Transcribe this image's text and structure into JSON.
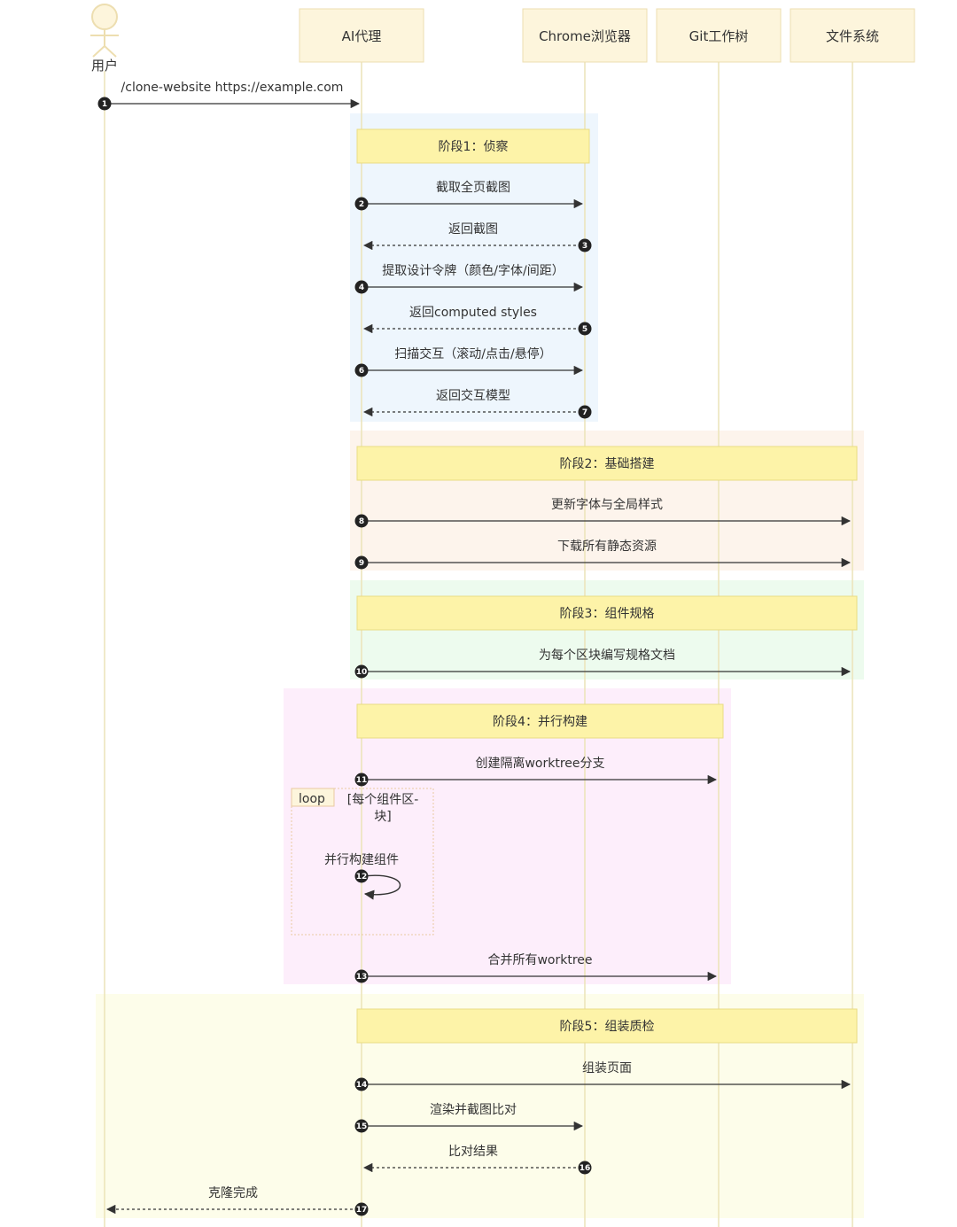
{
  "actors": [
    {
      "id": "user",
      "label": "用户",
      "kind": "person"
    },
    {
      "id": "ai",
      "label": "AI代理",
      "kind": "box"
    },
    {
      "id": "chrome",
      "label": "Chrome浏览器",
      "kind": "box"
    },
    {
      "id": "git",
      "label": "Git工作树",
      "kind": "box"
    },
    {
      "id": "fs",
      "label": "文件系统",
      "kind": "box"
    }
  ],
  "phases": [
    {
      "id": "p1",
      "note": "阶段1：侦察",
      "color": "#eef6fd",
      "actors": [
        "ai",
        "chrome"
      ],
      "from": 2,
      "to": 7
    },
    {
      "id": "p2",
      "note": "阶段2：基础搭建",
      "color": "#fdf4ec",
      "actors": [
        "ai",
        "fs"
      ],
      "from": 8,
      "to": 9
    },
    {
      "id": "p3",
      "note": "阶段3：组件规格",
      "color": "#edfbee",
      "actors": [
        "ai",
        "fs"
      ],
      "from": 10,
      "to": 10
    },
    {
      "id": "p4",
      "note": "阶段4：并行构建",
      "color": "#fdeefb",
      "actors": [
        "ai",
        "git"
      ],
      "from": 11,
      "to": 13
    },
    {
      "id": "p5",
      "note": "阶段5：组装质检",
      "color": "#fdfdea",
      "actors": [
        "user",
        "fs"
      ],
      "from": 14,
      "to": 17
    }
  ],
  "messages": [
    {
      "n": 1,
      "from": "user",
      "to": "ai",
      "label": "/clone-website https://example.com",
      "dashed": false
    },
    {
      "n": 2,
      "from": "ai",
      "to": "chrome",
      "label": "截取全页截图",
      "dashed": false
    },
    {
      "n": 3,
      "from": "chrome",
      "to": "ai",
      "label": "返回截图",
      "dashed": true
    },
    {
      "n": 4,
      "from": "ai",
      "to": "chrome",
      "label": "提取设计令牌（颜色/字体/间距）",
      "dashed": false
    },
    {
      "n": 5,
      "from": "chrome",
      "to": "ai",
      "label": "返回computed styles",
      "dashed": true
    },
    {
      "n": 6,
      "from": "ai",
      "to": "chrome",
      "label": "扫描交互（滚动/点击/悬停）",
      "dashed": false
    },
    {
      "n": 7,
      "from": "chrome",
      "to": "ai",
      "label": "返回交互模型",
      "dashed": true
    },
    {
      "n": 8,
      "from": "ai",
      "to": "fs",
      "label": "更新字体与全局样式",
      "dashed": false
    },
    {
      "n": 9,
      "from": "ai",
      "to": "fs",
      "label": "下载所有静态资源",
      "dashed": false
    },
    {
      "n": 10,
      "from": "ai",
      "to": "fs",
      "label": "为每个区块编写规格文档",
      "dashed": false
    },
    {
      "n": 11,
      "from": "ai",
      "to": "git",
      "label": "创建隔离worktree分支",
      "dashed": false
    },
    {
      "n": 12,
      "from": "ai",
      "to": "ai",
      "label": "并行构建组件",
      "dashed": false,
      "self": true
    },
    {
      "n": 13,
      "from": "ai",
      "to": "git",
      "label": "合并所有worktree",
      "dashed": false
    },
    {
      "n": 14,
      "from": "ai",
      "to": "fs",
      "label": "组装页面",
      "dashed": false
    },
    {
      "n": 15,
      "from": "ai",
      "to": "chrome",
      "label": "渲染并截图比对",
      "dashed": false
    },
    {
      "n": 16,
      "from": "chrome",
      "to": "ai",
      "label": "比对结果",
      "dashed": true
    },
    {
      "n": 17,
      "from": "ai",
      "to": "user",
      "label": "克隆完成",
      "dashed": true
    }
  ],
  "loop": {
    "keyword": "loop",
    "condition": [
      "[每个组件区-",
      "块]"
    ],
    "from": 12,
    "to": 12
  },
  "colors": {
    "actor_fill": "#fdf5dc",
    "actor_stroke": "#eddeb0",
    "lifeline": "#ece3b8",
    "note_fill": "#fdf3a8",
    "note_stroke": "#e9dc85",
    "arrow": "#333333",
    "number_badge": "#222222",
    "loop_stroke": "#e9c9a0"
  }
}
